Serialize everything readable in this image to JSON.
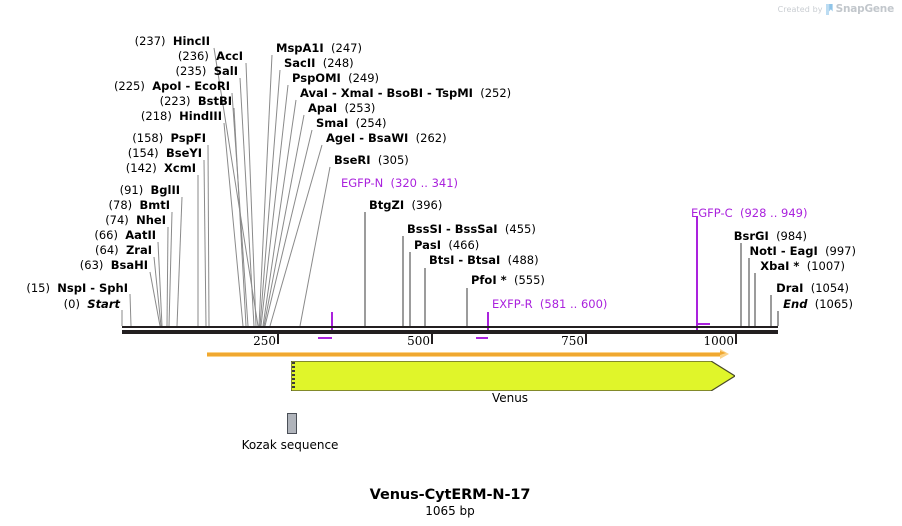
{
  "watermark": {
    "created_by": "Created by",
    "brand": "SnapGene",
    "logo_icon": "snapgene-flag-icon"
  },
  "title": {
    "name": "Venus-CytERM-N-17",
    "length": "1065 bp"
  },
  "ruler": {
    "ticks": [
      {
        "label": "250",
        "value": 250
      },
      {
        "label": "500",
        "value": 500
      },
      {
        "label": "750",
        "value": 750
      },
      {
        "label": "1000",
        "value": 1000
      }
    ],
    "start": 0,
    "end": 1065
  },
  "features": [
    {
      "name": "Venus",
      "start": 261,
      "end": 978,
      "color": "#e0f52a",
      "type": "arrow-right"
    },
    {
      "name": "Kozak sequence",
      "start": 125,
      "end": 134,
      "color": "#b0b4bb",
      "type": "box"
    }
  ],
  "primers": [
    {
      "name": "EGFP-N",
      "range": "(320 .. 341)",
      "color": "#aa22dd"
    },
    {
      "name": "EXFP-R",
      "range": "(581 .. 600)",
      "color": "#aa22dd"
    },
    {
      "name": "EGFP-C",
      "range": "(928 .. 949)",
      "color": "#aa22dd"
    }
  ],
  "left_labels": [
    {
      "pos": "(237)",
      "name": "HincII"
    },
    {
      "pos": "(236)",
      "name": "AccI"
    },
    {
      "pos": "(235)",
      "name": "SalI"
    },
    {
      "pos": "(225)",
      "name": "ApoI - EcoRI"
    },
    {
      "pos": "(223)",
      "name": "BstBI"
    },
    {
      "pos": "(218)",
      "name": "HindIII"
    },
    {
      "pos": "(158)",
      "name": "PspFI"
    },
    {
      "pos": "(154)",
      "name": "BseYI"
    },
    {
      "pos": "(142)",
      "name": "XcmI"
    },
    {
      "pos": "(91)",
      "name": "BglII"
    },
    {
      "pos": "(78)",
      "name": "BmtI"
    },
    {
      "pos": "(74)",
      "name": "NheI"
    },
    {
      "pos": "(66)",
      "name": "AatII"
    },
    {
      "pos": "(64)",
      "name": "ZraI"
    },
    {
      "pos": "(63)",
      "name": "BsaHI"
    },
    {
      "pos": "(15)",
      "name": "NspI - SphI"
    },
    {
      "pos": "(0)",
      "name": "Start",
      "italic": true
    }
  ],
  "center_labels": [
    {
      "name": "MspA1I",
      "pos": "(247)"
    },
    {
      "name": "SacII",
      "pos": "(248)"
    },
    {
      "name": "PspOMI",
      "pos": "(249)"
    },
    {
      "name": "AvaI - XmaI - BsoBI - TspMI",
      "pos": "(252)"
    },
    {
      "name": "ApaI",
      "pos": "(253)"
    },
    {
      "name": "SmaI",
      "pos": "(254)"
    },
    {
      "name": "AgeI - BsaWI",
      "pos": "(262)"
    },
    {
      "name": "BseRI",
      "pos": "(305)"
    },
    {
      "name": "BtgZI",
      "pos": "(396)"
    },
    {
      "name": "BssSI - BssSaI",
      "pos": "(455)"
    },
    {
      "name": "PasI",
      "pos": "(466)"
    },
    {
      "name": "BtsI - BtsaI",
      "pos": "(488)"
    },
    {
      "name": "PfoI *",
      "pos": "(555)"
    }
  ],
  "right_labels": [
    {
      "name": "BsrGI",
      "pos": "(984)"
    },
    {
      "name": "NotI - EagI",
      "pos": "(997)"
    },
    {
      "name": "XbaI *",
      "pos": "(1007)"
    },
    {
      "name": "DraI",
      "pos": "(1054)"
    },
    {
      "name": "End",
      "pos": "(1065)",
      "italic": true
    }
  ]
}
